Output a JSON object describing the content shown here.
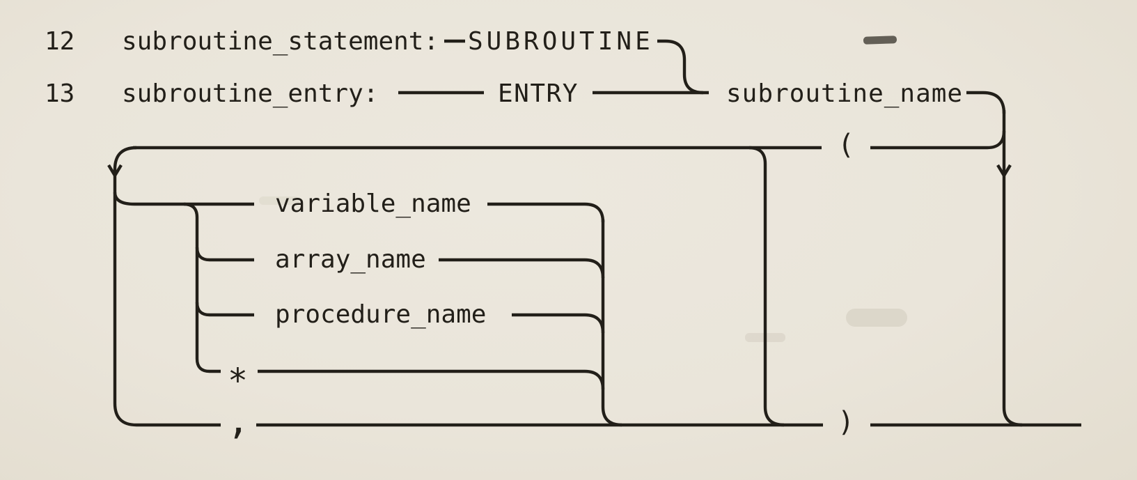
{
  "diagram": {
    "kind": "fortran-syntax-chart",
    "rules": [
      {
        "number": "12",
        "name": "subroutine_statement:",
        "keyword": "SUBROUTINE"
      },
      {
        "number": "13",
        "name": "subroutine_entry:",
        "keyword": "ENTRY"
      }
    ],
    "labels": {
      "rule12_number": "12",
      "rule12_name": "subroutine_statement:",
      "rule12_keyword": "SUBROUTINE",
      "rule13_number": "13",
      "rule13_name": "subroutine_entry:",
      "rule13_keyword": "ENTRY",
      "subroutine_name": "subroutine_name",
      "open_paren": "(",
      "close_paren": ")",
      "variable_name": "variable_name",
      "array_name": "array_name",
      "procedure_name": "procedure_name",
      "asterisk": "*",
      "comma": ","
    },
    "colors": {
      "paper": "#eae5da",
      "ink": "#221f19"
    }
  }
}
